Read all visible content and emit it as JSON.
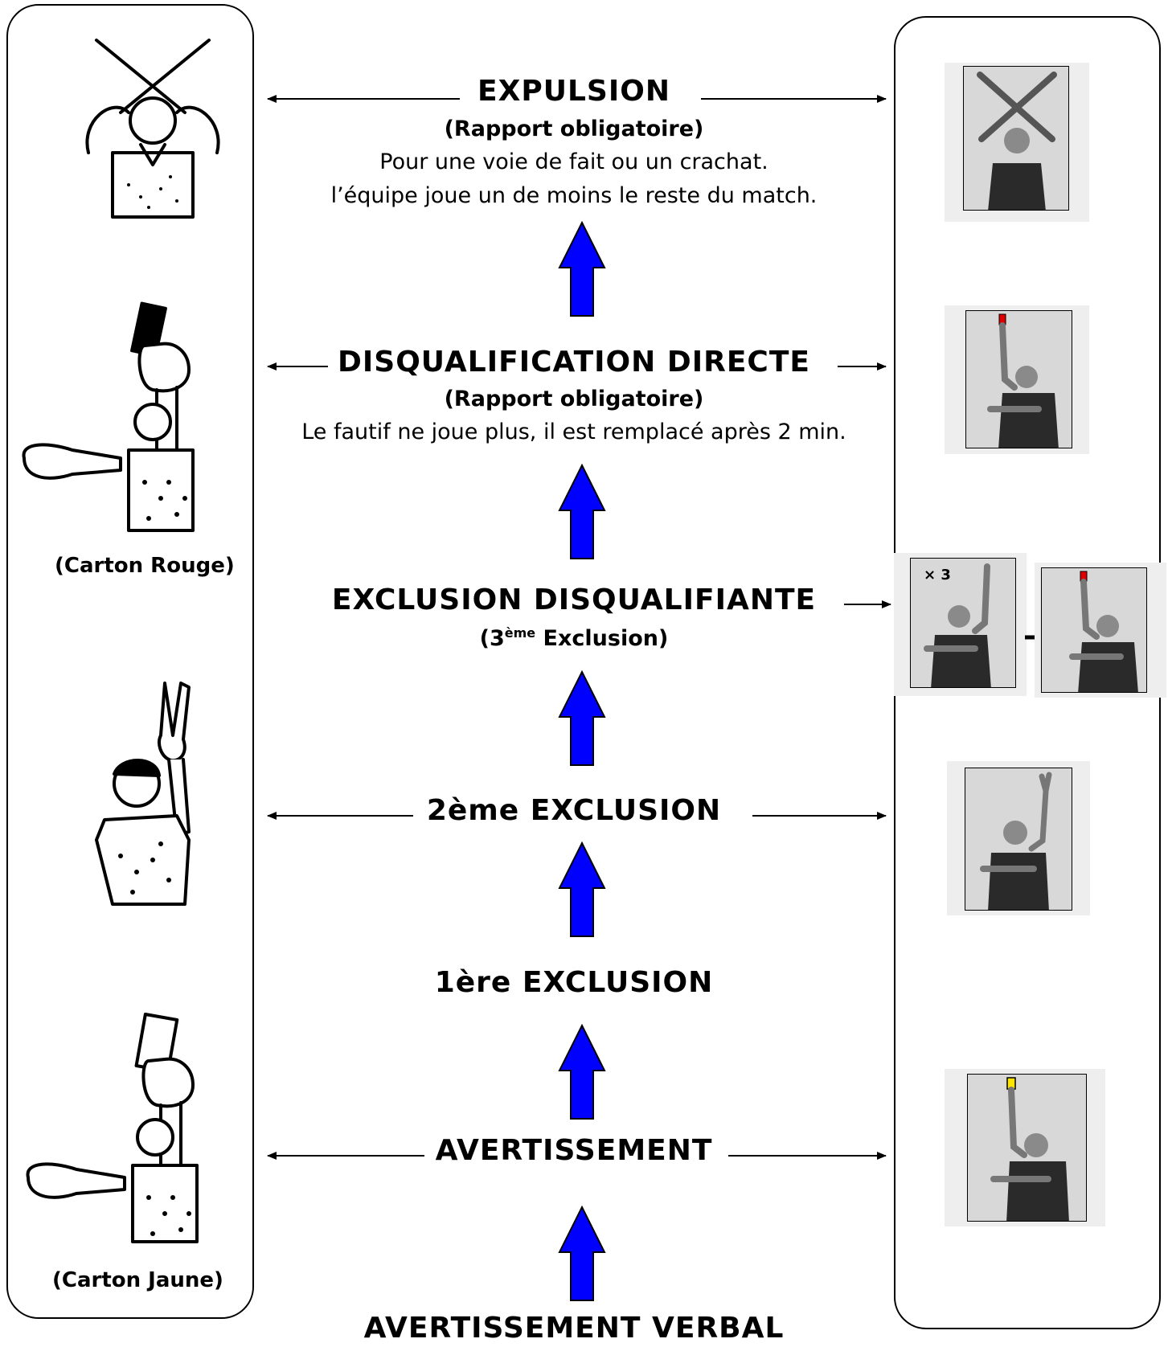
{
  "levels": {
    "expulsion": {
      "title": "EXPULSION",
      "subtitle": "(Rapport obligatoire)",
      "desc1": "Pour une voie de fait ou un crachat.",
      "desc2": "l’équipe joue un de moins le reste du match."
    },
    "disqualification_directe": {
      "title": "DISQUALIFICATION DIRECTE",
      "subtitle": "(Rapport obligatoire)",
      "desc": "Le fautif ne joue plus, il est remplacé après 2 min."
    },
    "exclusion_disqualifiante": {
      "title": "EXCLUSION DISQUALIFIANTE",
      "subtitle_pre": "(3",
      "subtitle_sup": "ème",
      "subtitle_post": " Exclusion)"
    },
    "exclusion2": {
      "title": "2ème EXCLUSION"
    },
    "exclusion1": {
      "title": "1ère EXCLUSION"
    },
    "avertissement": {
      "title": "AVERTISSEMENT"
    },
    "avertissement_verbal": {
      "title": "AVERTISSEMENT VERBAL"
    }
  },
  "captions": {
    "red_card": "(Carton Rouge)",
    "yellow_card": "(Carton Jaune)"
  },
  "photo_labels": {
    "times_three": "× 3"
  },
  "colors": {
    "up_arrow_fill": "#0000ff",
    "red_card": "#e00000",
    "yellow_card": "#ffe600"
  }
}
